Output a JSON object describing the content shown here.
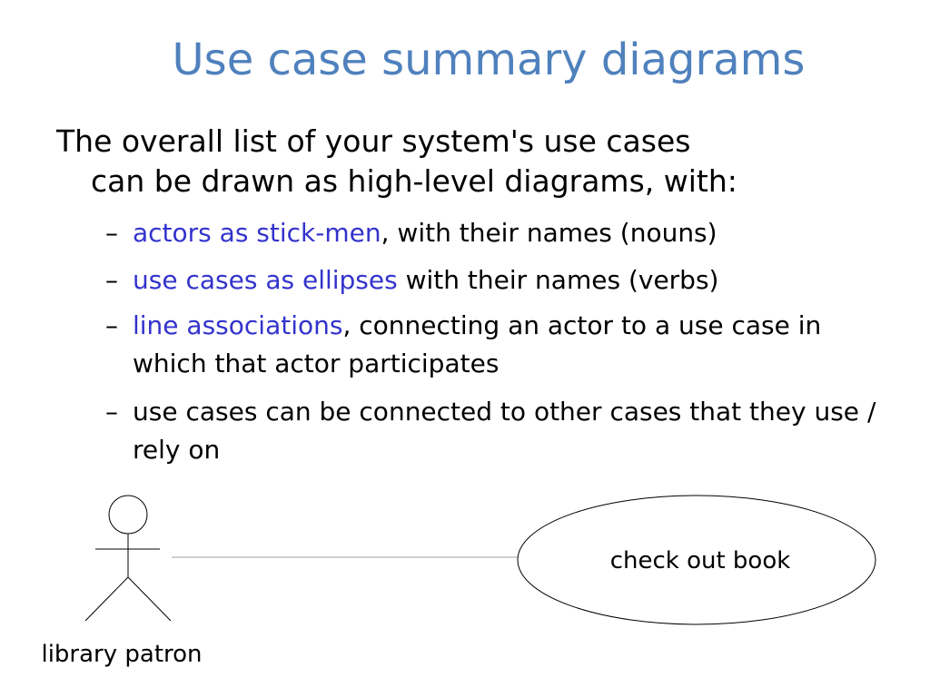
{
  "slide": {
    "title": "Use case summary diagrams",
    "intro_line1": "The overall list of your system's use cases",
    "intro_line2": "can be drawn as high-level diagrams, with:",
    "bullets": [
      {
        "dash": "–",
        "highlight": "actors as stick-men",
        "rest": ", with their names (nouns)"
      },
      {
        "dash": "–",
        "highlight": "use cases as ellipses",
        "rest": " with their names (verbs)"
      },
      {
        "dash": "–",
        "highlight": "line associations",
        "rest": ", connecting an actor to a use case in which that actor participates"
      },
      {
        "dash": "–",
        "highlight": "",
        "rest": "use cases can be connected to other cases that they use / rely on"
      }
    ]
  },
  "diagram": {
    "actor_name": "library patron",
    "use_case_name": "check out book"
  },
  "colors": {
    "title": "#4f81bd",
    "highlight": "#3333cc",
    "text": "#000000",
    "line": "#000000",
    "association_line": "#bfbfbf"
  }
}
